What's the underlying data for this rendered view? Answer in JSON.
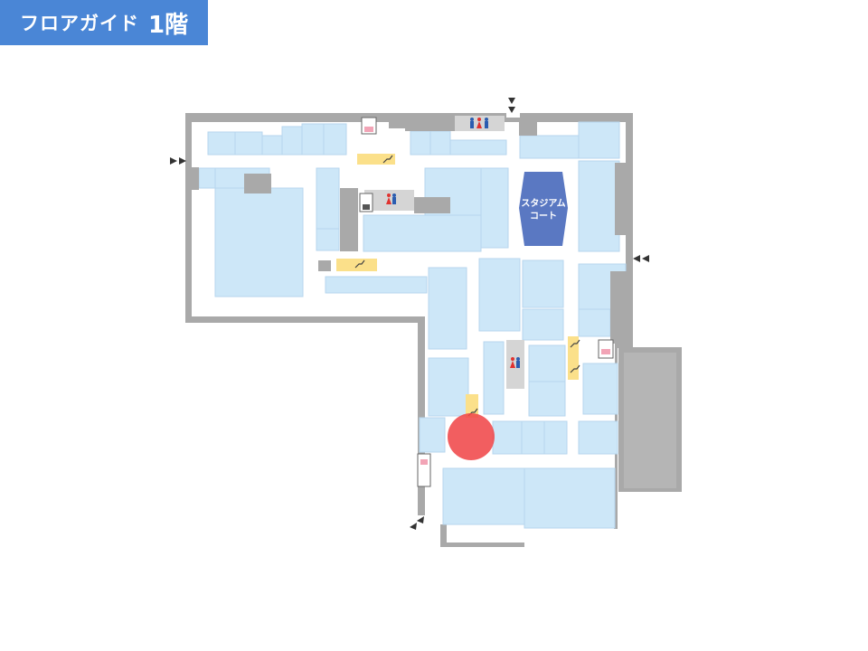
{
  "header": {
    "title": "フロアガイド",
    "floor": "1階"
  },
  "map": {
    "stadium_court_label_line1": "スタジアム",
    "stadium_court_label_line2": "コート",
    "colors": {
      "shop": "#cde7f8",
      "corridor": "#ffffff",
      "building_outline": "#a9a9a9",
      "service_area": "#d5d5d5",
      "stadium_court": "#5a78c2",
      "stairs_info": "#fbe08a",
      "current_location": "#f0484a",
      "restroom_male": "#2b5db0",
      "restroom_female": "#e0322f",
      "entrance_marker": "#333333"
    },
    "icons": [
      "restroom-icon",
      "elevator-icon",
      "escalator-icon",
      "entrance-arrow-icon",
      "current-location-marker"
    ]
  }
}
